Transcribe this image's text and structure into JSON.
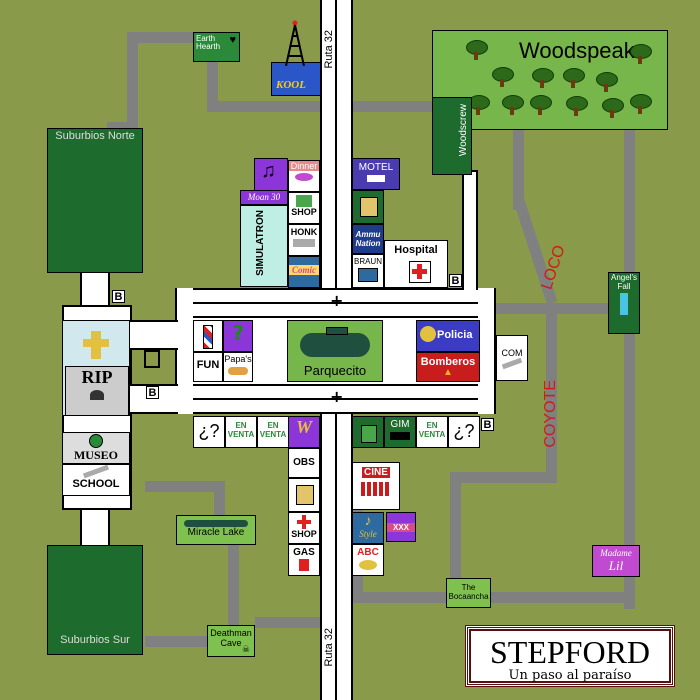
{
  "map": {
    "town": {
      "name": "STEPFORD",
      "tagline": "Un paso al paraíso"
    },
    "roads": {
      "main": "Ruta 32",
      "coyote": "COYOTE",
      "loco": "LOCO"
    },
    "areas": {
      "woodspeak": "Woodspeak",
      "woodscrew": "Woodscrew",
      "suburbios_norte": "Suburbios Norte",
      "suburbios_sur": "Suburbios Sur",
      "parquecito": "Parquecito",
      "earth_hearth": "Earth Hearth",
      "kool": "KOOL",
      "miracle_lake": "Miracle Lake",
      "deathman_cave": "Deathman Cave",
      "angels_fall": "Angel's Fall",
      "la_bocaancha": "The Bocaancha"
    },
    "buildings": {
      "motel": "MOTEL",
      "ammu": "Ammu Nation",
      "hospital": "Hospital",
      "braun": "BRAUN",
      "dinner": "Dinner",
      "moan": "Moan 30",
      "simulatron": "SIMULATRON",
      "shop": "SHOP",
      "honk": "HONK",
      "comic": "Comic",
      "fun": "FUN",
      "papas": "Papa's",
      "policia": "Policia",
      "bomberos": "Bomberos",
      "com": "COM",
      "rip": "RIP",
      "museo": "MUSEO",
      "school": "SCHOOL",
      "en_venta": "EN VENTA",
      "unknown": "¿?",
      "obs": "OBS",
      "gas": "GAS",
      "cine": "CINE",
      "gim": "GIM",
      "xxx": "XXX",
      "style": "Style",
      "abc": "ABC",
      "madame": "Madame",
      "lil": "Lil",
      "bus": "B"
    },
    "colors": {
      "grass": "#8a9a4b",
      "forest": "#1e6b2e",
      "road": "#808080",
      "street": "#ffffff",
      "police": "#3b3bc4",
      "fire": "#c91c1c",
      "purple": "#7a2fbf",
      "coyote_red": "#d11a1a"
    }
  }
}
